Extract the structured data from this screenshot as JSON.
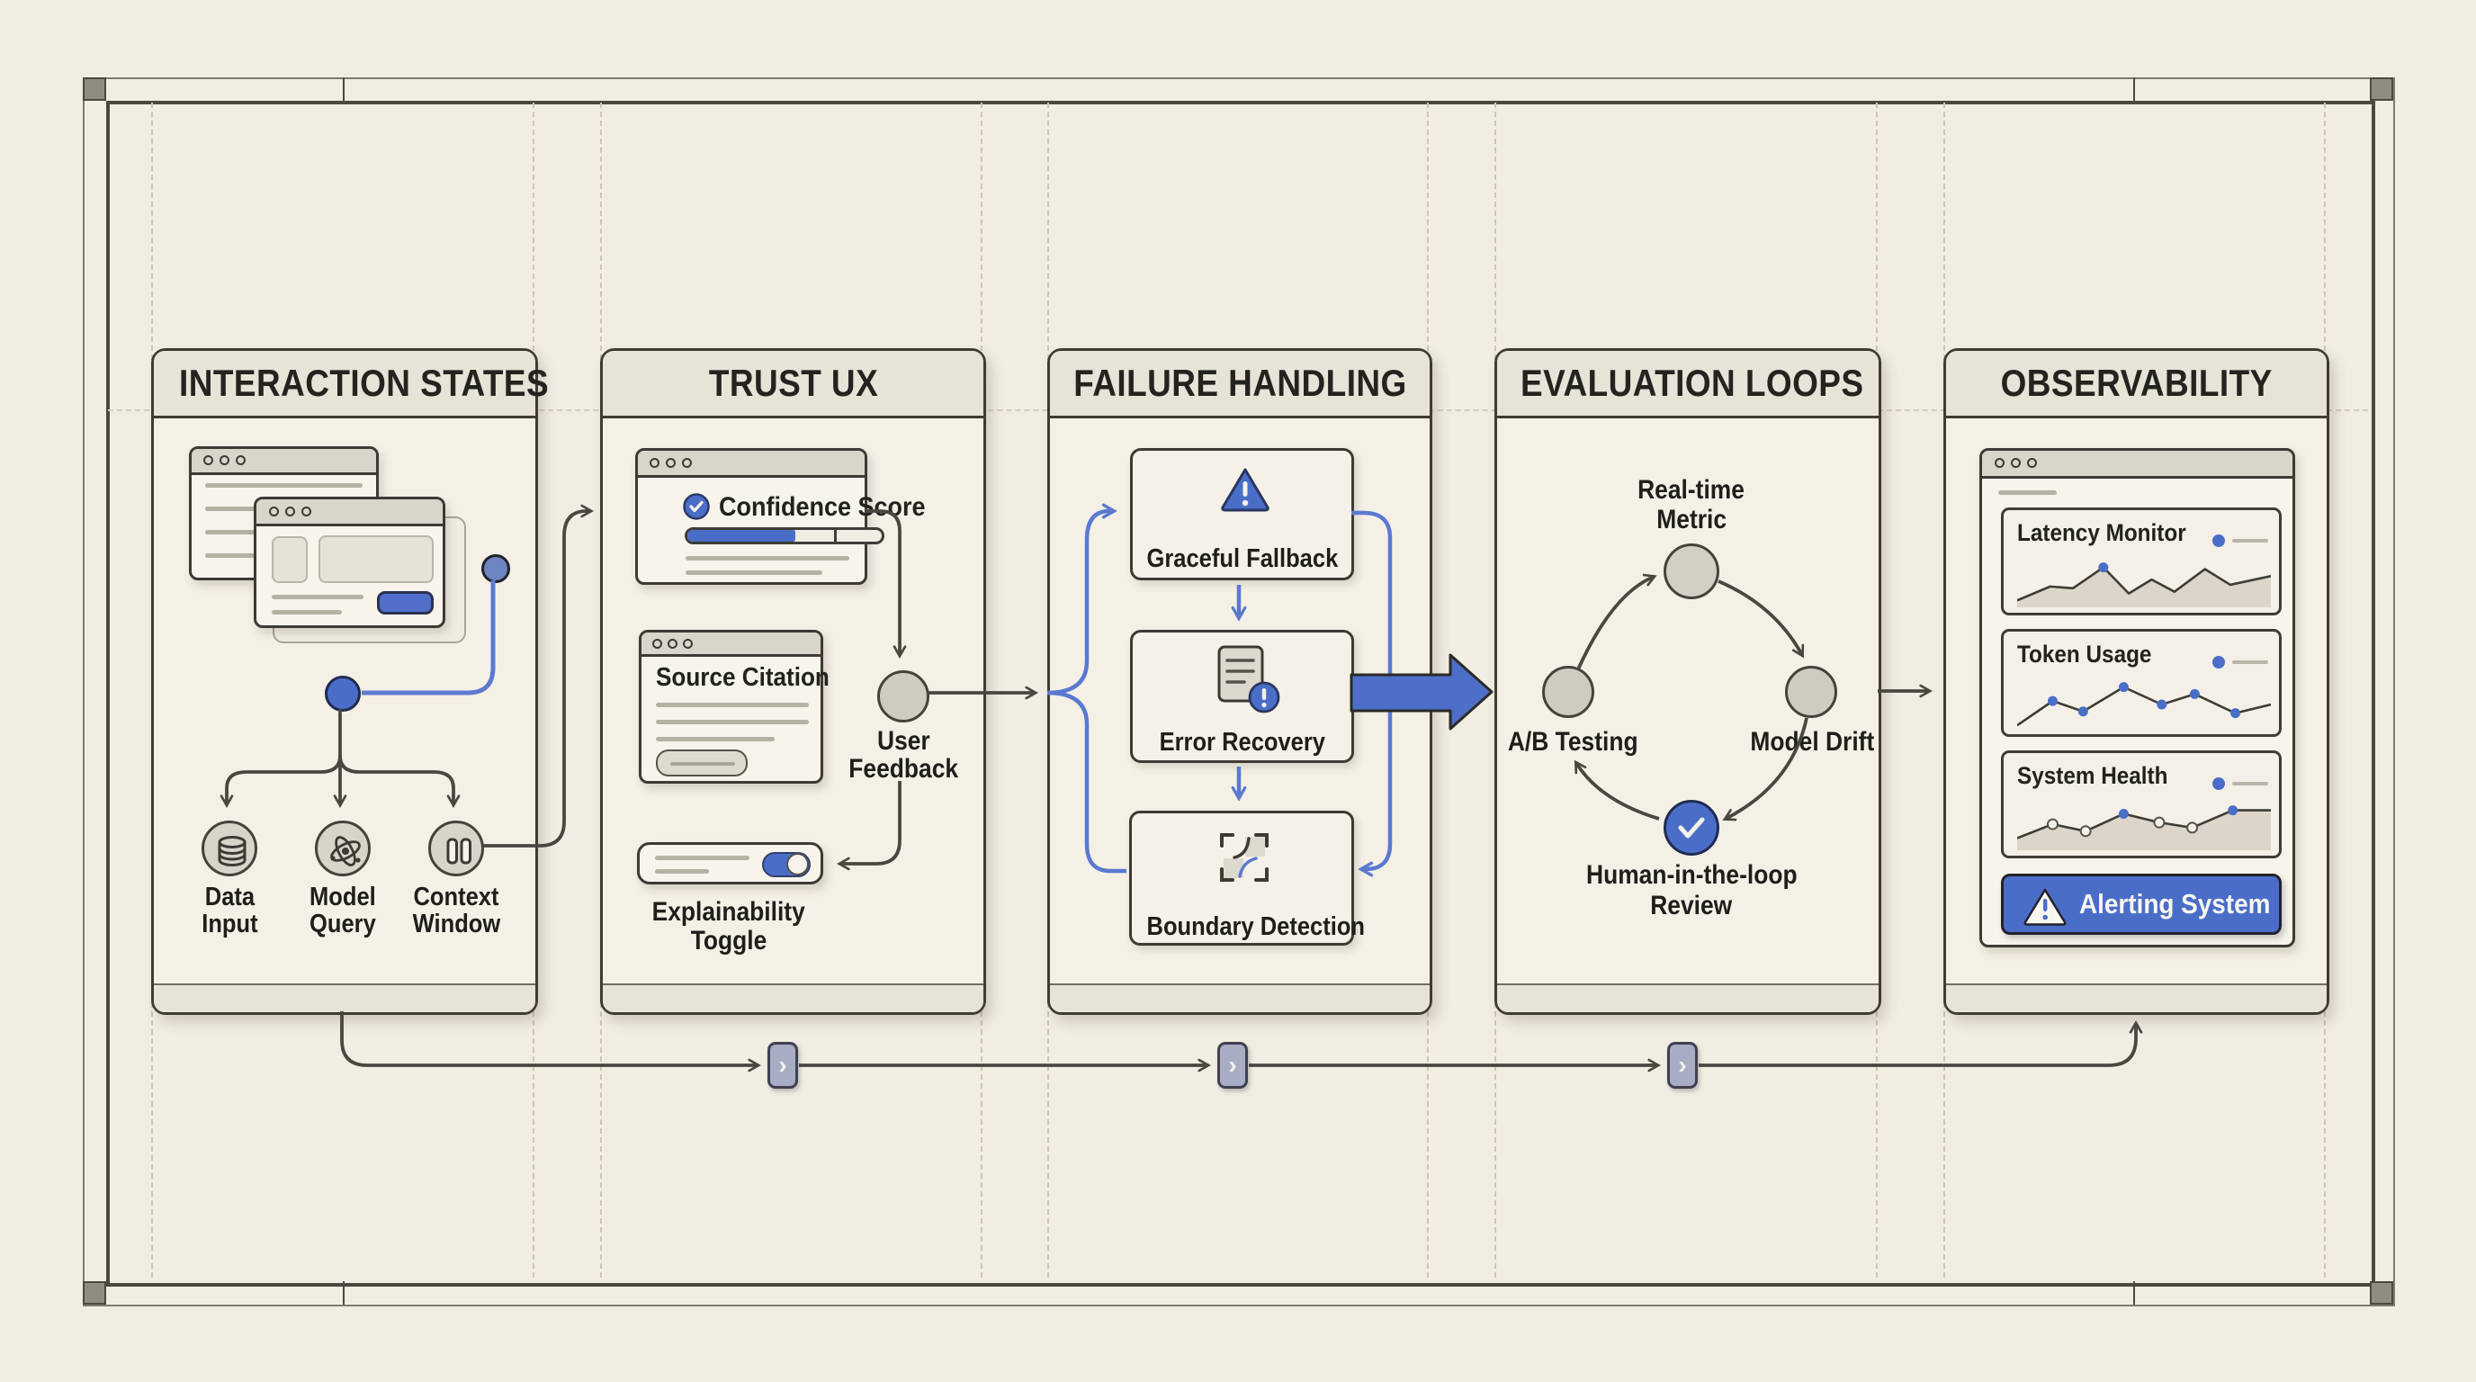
{
  "colors": {
    "accent_blue": "#4a6ec8",
    "connector_blue": "#5b79d0",
    "ink": "#3c3a33",
    "paper": "#f1ede2"
  },
  "icons": {
    "chevron": "›",
    "exclamation": "!"
  },
  "panels": [
    {
      "title": "INTERACTION STATES",
      "nodes": [
        {
          "l1": "Data",
          "l2": "Input"
        },
        {
          "l1": "Model",
          "l2": "Query"
        },
        {
          "l1": "Context",
          "l2": "Window"
        }
      ]
    },
    {
      "title": "TRUST UX",
      "confidence_title": "Confidence Score",
      "source_title": "Source Citation",
      "feedback_l1": "User",
      "feedback_l2": "Feedback",
      "toggle_l1": "Explainability",
      "toggle_l2": "Toggle"
    },
    {
      "title": "FAILURE HANDLING",
      "boxes": [
        "Graceful Fallback",
        "Error Recovery",
        "Boundary Detection"
      ]
    },
    {
      "title": "EVALUATION LOOPS",
      "metric_l1": "Real-time",
      "metric_l2": "Metric",
      "ab_label": "A/B Testing",
      "drift_label": "Model Drift",
      "human_l1": "Human-in-the-loop",
      "human_l2": "Review"
    },
    {
      "title": "OBSERVABILITY",
      "cards": [
        {
          "label": "Latency Monitor",
          "fill": true,
          "points": [
            [
              0,
              50
            ],
            [
              13,
              34
            ],
            [
              22,
              36
            ],
            [
              34,
              12
            ],
            [
              44,
              42
            ],
            [
              53,
              26
            ],
            [
              62,
              40
            ],
            [
              74,
              14
            ],
            [
              84,
              32
            ],
            [
              100,
              22
            ]
          ],
          "dots": [
            {
              "i": 3,
              "c": "blue"
            }
          ]
        },
        {
          "label": "Token Usage",
          "fill": false,
          "points": [
            [
              0,
              54
            ],
            [
              14,
              26
            ],
            [
              26,
              38
            ],
            [
              42,
              10
            ],
            [
              57,
              30
            ],
            [
              70,
              18
            ],
            [
              86,
              40
            ],
            [
              100,
              30
            ]
          ],
          "dots": [
            {
              "i": 1,
              "c": "blue"
            },
            {
              "i": 2,
              "c": "blue"
            },
            {
              "i": 3,
              "c": "blue"
            },
            {
              "i": 4,
              "c": "blue"
            },
            {
              "i": 5,
              "c": "blue"
            },
            {
              "i": 6,
              "c": "blue"
            }
          ]
        },
        {
          "label": "System Health",
          "fill": true,
          "points": [
            [
              0,
              44
            ],
            [
              14,
              28
            ],
            [
              27,
              36
            ],
            [
              42,
              16
            ],
            [
              56,
              26
            ],
            [
              69,
              32
            ],
            [
              85,
              12
            ],
            [
              100,
              12
            ]
          ],
          "dots": [
            {
              "i": 1,
              "c": "white"
            },
            {
              "i": 2,
              "c": "white"
            },
            {
              "i": 3,
              "c": "blue"
            },
            {
              "i": 4,
              "c": "white"
            },
            {
              "i": 5,
              "c": "white"
            },
            {
              "i": 6,
              "c": "blue"
            }
          ]
        }
      ],
      "alert_label": "Alerting System"
    }
  ]
}
